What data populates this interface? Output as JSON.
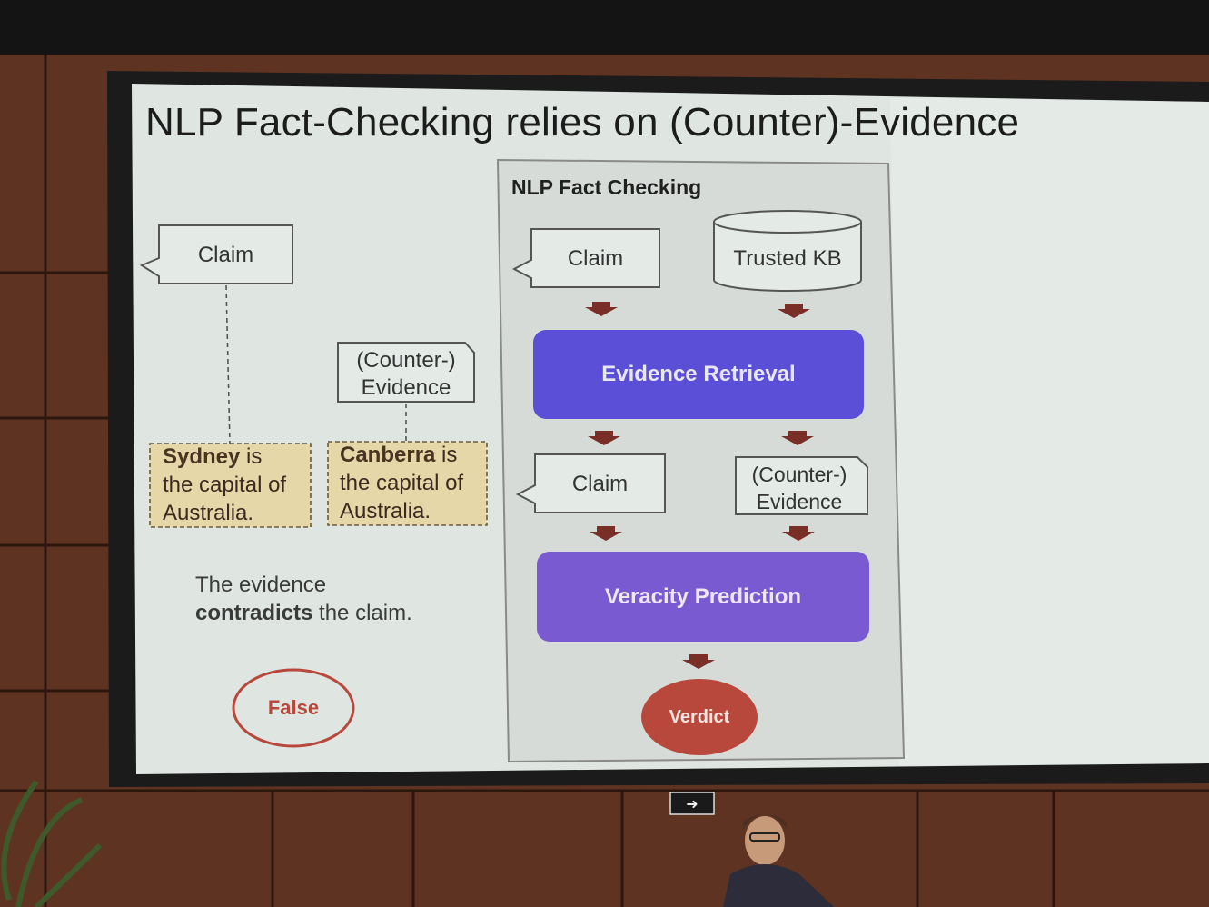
{
  "slide": {
    "title": "NLP Fact-Checking relies on (Counter)-Evidence",
    "panel_title": "NLP Fact Checking",
    "left_claim": "Claim",
    "left_evidence": "(Counter-)\nEvidence",
    "fact_sydney_bold": "Sydney",
    "fact_sydney_rest1": " is",
    "fact_sydney_rest2": "the capital of",
    "fact_sydney_rest3": "Australia.",
    "fact_canberra_bold": "Canberra",
    "fact_canberra_rest1": " is",
    "fact_canberra_rest2": "the capital of",
    "fact_canberra_rest3": "Australia.",
    "note_line1": "The evidence",
    "note_bold": "contradicts",
    "note_rest": " the claim.",
    "left_verdict": "False",
    "pipeline": {
      "claim_top": "Claim",
      "kb": "Trusted KB",
      "retrieval": "Evidence Retrieval",
      "claim_mid": "Claim",
      "evidence_line1": "(Counter-)",
      "evidence_line2": "Evidence",
      "prediction": "Veracity Prediction",
      "verdict": "Verdict"
    }
  },
  "left_evidence_line1": "(Counter-)",
  "left_evidence_line2": "Evidence",
  "colors": {
    "slide_bg": "#dfe6e2",
    "retrieval_fill": "#5a4fd6",
    "prediction_fill": "#7a5ad0",
    "verdict_fill": "#b9483c",
    "false_outline": "#b9483c",
    "fact_fill": "#e6d7a8",
    "arrow": "#7a2e28",
    "wall": "#6b3a24"
  }
}
